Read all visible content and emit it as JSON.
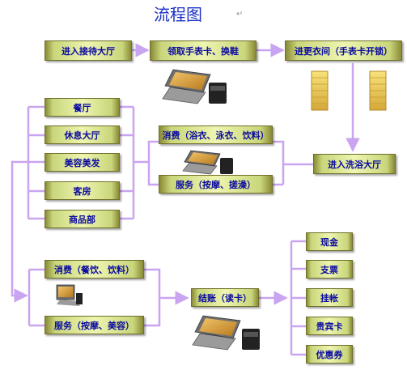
{
  "title": "流程图",
  "title_mark": "↵",
  "nodes": {
    "entrance": "进入接待大厅",
    "get_card": "领取手表卡、换鞋",
    "locker": "进更衣间（手表卡开锁）",
    "restaurant": "餐厅",
    "lounge": "休息大厅",
    "beauty": "美容美发",
    "guestroom": "客房",
    "shop": "商品部",
    "consume_bath": "消费（浴衣、泳衣、饮料）",
    "service_massage": "服务（按摩、搓澡）",
    "bath_hall": "进入洗浴大厅",
    "consume_food": "消费（餐饮、饮料）",
    "service_beauty": "服务（按摩、美容）",
    "checkout": "结账（读卡）",
    "pay_cash": "现金",
    "pay_check": "支票",
    "pay_credit": "挂帐",
    "pay_vip": "贵宾卡",
    "pay_coupon": "优惠券"
  },
  "colors": {
    "title": "#1a2fc4",
    "label": "#0a0aa0",
    "connector": "#c9a4f0"
  }
}
